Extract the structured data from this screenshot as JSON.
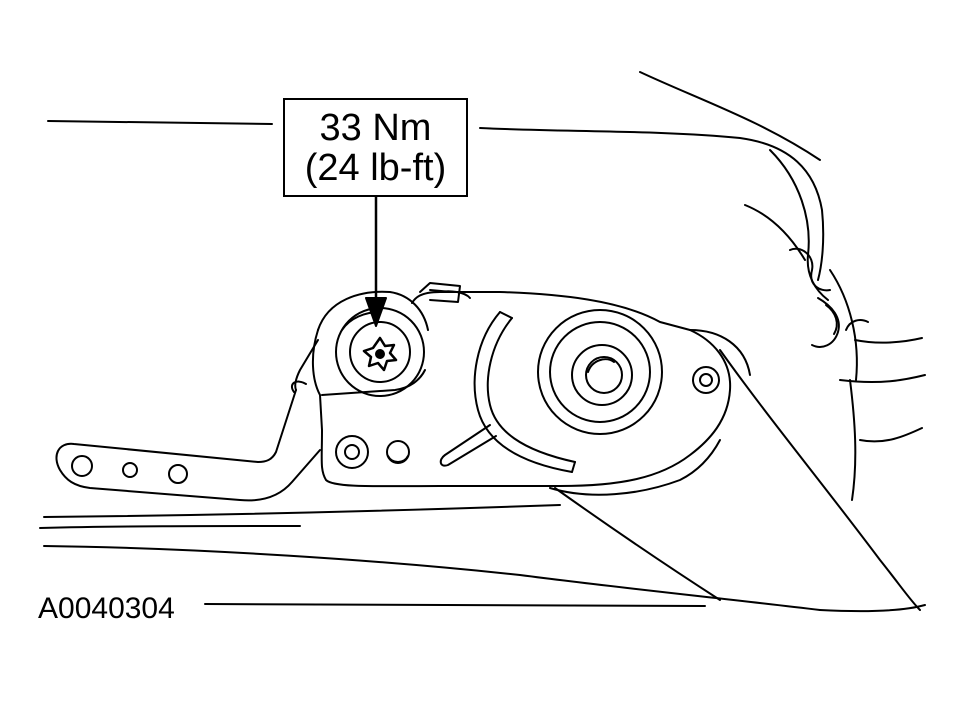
{
  "callout": {
    "torque_metric": "33 Nm",
    "torque_imperial": "(24 lb-ft)"
  },
  "figure_id": "A0040304",
  "colors": {
    "line": "#000000",
    "background": "#ffffff"
  },
  "icons": {
    "fastener": "torx-bolt-icon",
    "pointer": "arrow-down-icon"
  }
}
